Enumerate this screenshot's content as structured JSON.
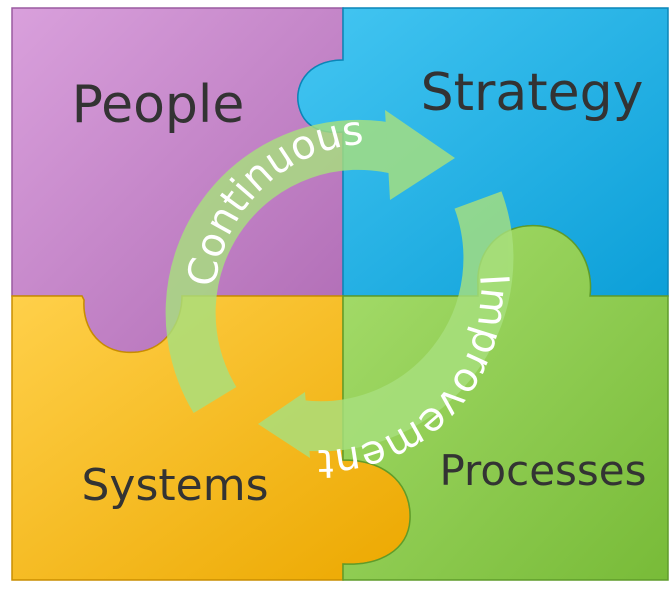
{
  "pieces": {
    "people": {
      "label": "People",
      "color": "#c47ec8"
    },
    "strategy": {
      "label": "Strategy",
      "color": "#19b2e8"
    },
    "systems": {
      "label": "Systems",
      "color": "#f7b813"
    },
    "processes": {
      "label": "Processes",
      "color": "#8fcd4f"
    }
  },
  "cycle": {
    "words": [
      "Continuous",
      "Improvement"
    ],
    "arrow_color": "#a8e07e"
  }
}
